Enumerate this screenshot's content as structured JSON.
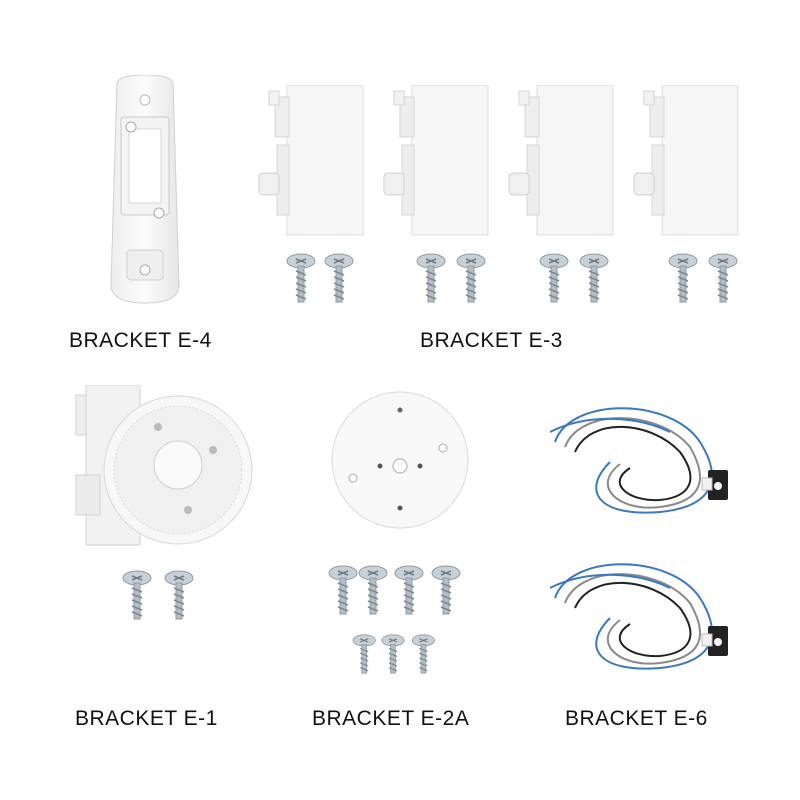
{
  "labels": {
    "e4": "BRACKET E-4",
    "e3": "BRACKET E-3",
    "e1": "BRACKET E-1",
    "e2a": "BRACKET E-2A",
    "e6": "BRACKET E-6"
  },
  "colors": {
    "plastic": "#f7f7f7",
    "plastic_edge": "#d6d6d6",
    "screw": "#b9c3cb",
    "wire_blue": "#3b78c4",
    "wire_grey": "#8a8a8a",
    "wire_black": "#222222"
  }
}
